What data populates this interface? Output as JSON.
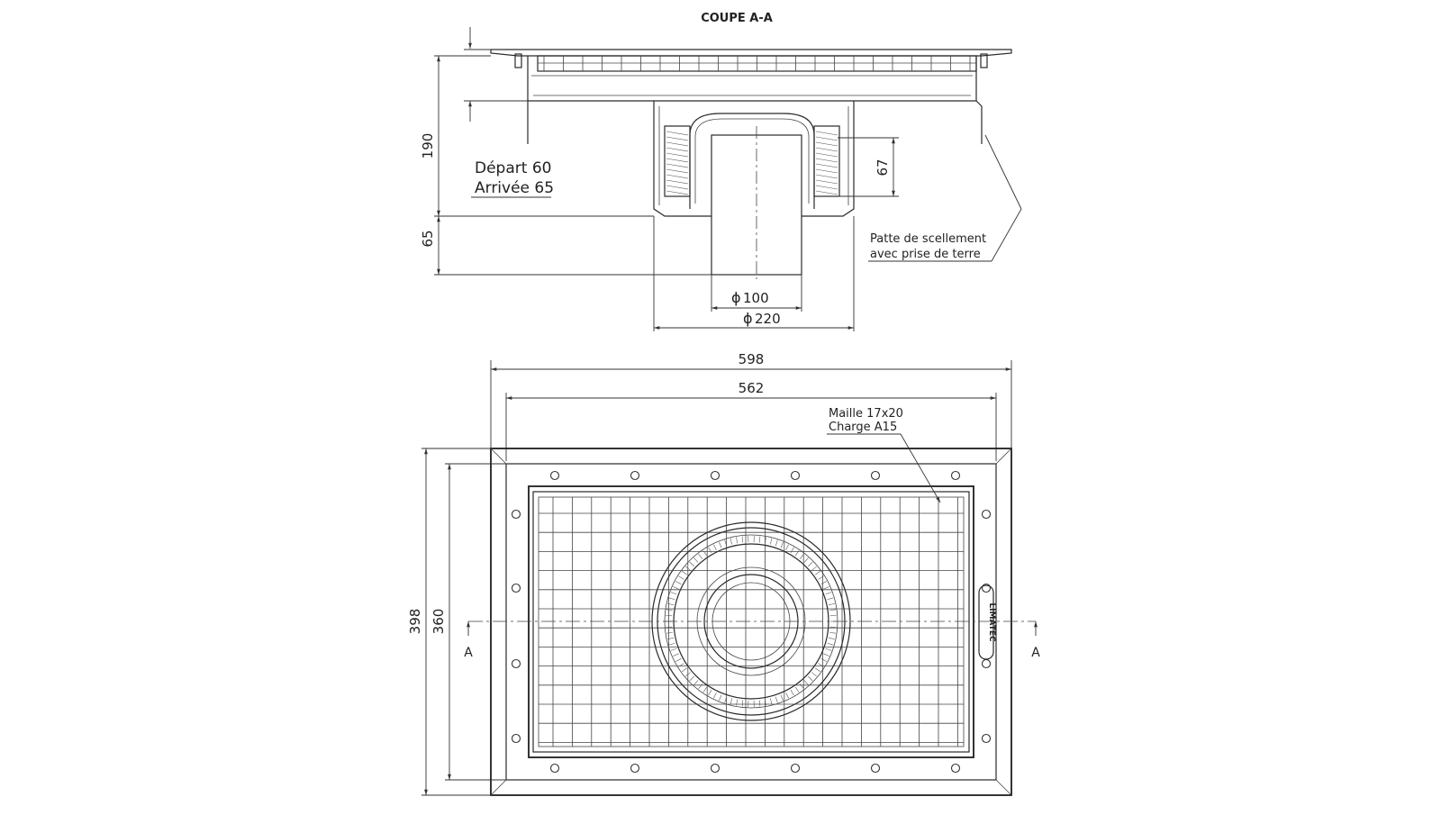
{
  "section_title": "COUPE A-A",
  "section_view": {
    "dim_190": "190",
    "dim_65": "65",
    "dim_67": "67",
    "depart": "Départ 60",
    "arrivee": "Arrivée 65",
    "patte_line1": "Patte de scellement",
    "patte_line2": "avec prise de terre",
    "dia_100": "100",
    "dia_220": "220",
    "diameter_symbol": "ϕ"
  },
  "plan_view": {
    "dim_598": "598",
    "dim_562": "562",
    "dim_398": "398",
    "dim_360": "360",
    "maille": "Maille 17x20",
    "charge": "Charge A15",
    "section_mark": "A",
    "brand": "LIMATEC"
  }
}
